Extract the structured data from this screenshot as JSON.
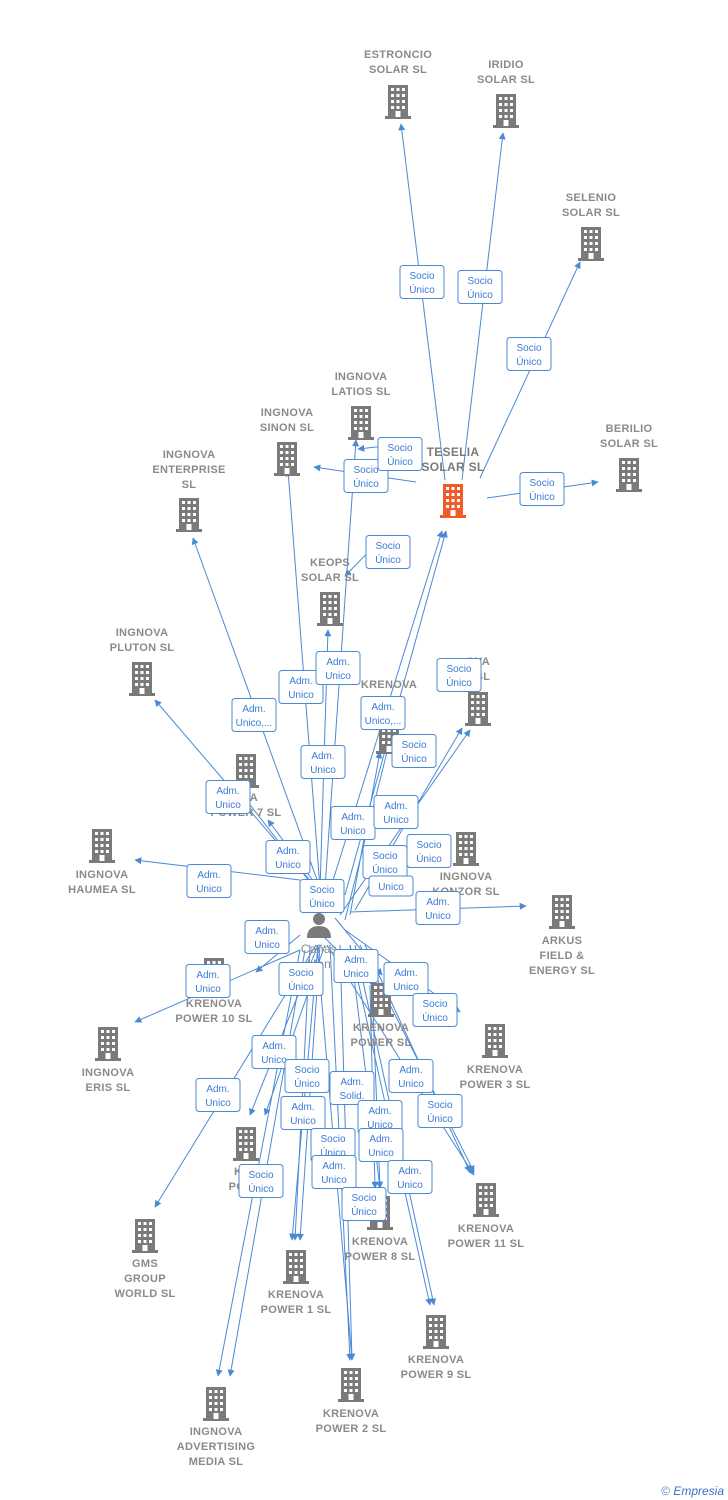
{
  "footer": {
    "copyright": "©",
    "brand": "Empresia"
  },
  "colors": {
    "edge": "#4a8ad4",
    "building": "#7a7a7a",
    "hub": "#f15a29",
    "person": "#7a7a7a"
  },
  "nodes": [
    {
      "id": "estroncio",
      "type": "company",
      "lines": [
        "ESTRONCIO",
        "SOLAR SL"
      ]
    },
    {
      "id": "iridio",
      "type": "company",
      "lines": [
        "IRIDIO",
        "SOLAR SL"
      ]
    },
    {
      "id": "selenio",
      "type": "company",
      "lines": [
        "SELENIO",
        "SOLAR SL"
      ]
    },
    {
      "id": "berilio",
      "type": "company",
      "lines": [
        "BERILIO",
        "SOLAR SL"
      ]
    },
    {
      "id": "teselia",
      "type": "hub",
      "lines": [
        "TESELIA",
        "SOLAR SL"
      ]
    },
    {
      "id": "latios",
      "type": "company",
      "lines": [
        "INGNOVA",
        "LATIOS SL"
      ]
    },
    {
      "id": "sinon",
      "type": "company",
      "lines": [
        "INGNOVA",
        "SINON SL"
      ]
    },
    {
      "id": "enterprise",
      "type": "company",
      "lines": [
        "INGNOVA",
        "ENTERPRISE",
        "SL"
      ]
    },
    {
      "id": "keops",
      "type": "company",
      "lines": [
        "KEOPS",
        "SOLAR SL"
      ]
    },
    {
      "id": "pluton",
      "type": "company",
      "lines": [
        "INGNOVA",
        "PLUTON SL"
      ]
    },
    {
      "id": "krenova_x",
      "type": "company",
      "lines": [
        "KRENOVA"
      ]
    },
    {
      "id": "ingnova6",
      "type": "company",
      "lines": [
        "OVA",
        "6 SL"
      ]
    },
    {
      "id": "power7",
      "type": "company",
      "lines": [
        "OVA",
        "POWER 7 SL"
      ]
    },
    {
      "id": "haumea",
      "type": "company",
      "lines": [
        "INGNOVA",
        "HAUMEA SL"
      ]
    },
    {
      "id": "konzor",
      "type": "company",
      "lines": [
        "INGNOVA",
        "KONZOR SL"
      ]
    },
    {
      "id": "arkus",
      "type": "company",
      "lines": [
        "ARKUS",
        "FIELD &",
        "ENERGY SL"
      ]
    },
    {
      "id": "person",
      "type": "person",
      "lines": [
        "Cañas",
        "Men",
        "e"
      ]
    },
    {
      "id": "power10",
      "type": "company",
      "lines": [
        "KRENOVA",
        "POWER 10 SL"
      ]
    },
    {
      "id": "krenova_power",
      "type": "company",
      "lines": [
        "KRENOVA",
        "POWER SL"
      ]
    },
    {
      "id": "eris",
      "type": "company",
      "lines": [
        "INGNOVA",
        "ERIS SL"
      ]
    },
    {
      "id": "power3",
      "type": "company",
      "lines": [
        "KRENOVA",
        "POWER 3 SL"
      ]
    },
    {
      "id": "krepow",
      "type": "company",
      "lines": [
        "KRE",
        "POWE"
      ]
    },
    {
      "id": "power11",
      "type": "company",
      "lines": [
        "KRENOVA",
        "POWER 11 SL"
      ]
    },
    {
      "id": "power8",
      "type": "company",
      "lines": [
        "KRENOVA",
        "POWER 8 SL"
      ]
    },
    {
      "id": "gms",
      "type": "company",
      "lines": [
        "GMS",
        "GROUP",
        "WORLD SL"
      ]
    },
    {
      "id": "power1",
      "type": "company",
      "lines": [
        "KRENOVA",
        "POWER 1 SL"
      ]
    },
    {
      "id": "power9",
      "type": "company",
      "lines": [
        "KRENOVA",
        "POWER 9 SL"
      ]
    },
    {
      "id": "power2",
      "type": "company",
      "lines": [
        "KRENOVA",
        "POWER 2 SL"
      ]
    },
    {
      "id": "advertising",
      "type": "company",
      "lines": [
        "INGNOVA",
        "ADVERTISING",
        "MEDIA SL"
      ]
    }
  ],
  "edge_labels": [
    [
      "Socio",
      "Único"
    ],
    [
      "Socio",
      "Único"
    ],
    [
      "Socio",
      "Único"
    ],
    [
      "Socio",
      "Único"
    ],
    [
      "Socio",
      "Único"
    ],
    [
      "Socio",
      "Único"
    ],
    [
      "Socio",
      "Único"
    ],
    [
      "Adm.",
      "Unico"
    ],
    [
      "Adm.",
      "Unico"
    ],
    [
      "Adm.",
      "Unico,..."
    ],
    [
      "Adm.",
      "Unico,..."
    ],
    [
      "Socio",
      "Único"
    ],
    [
      "Adm.",
      "Unico"
    ],
    [
      "Socio",
      "Único"
    ],
    [
      "Adm.",
      "Unico"
    ],
    [
      "Adm.",
      "Unico"
    ],
    [
      "Adm.",
      "Unico"
    ],
    [
      "Adm.",
      "Unico"
    ],
    [
      "Socio",
      "Único"
    ],
    [
      "Socio",
      "Único"
    ],
    [
      "Unico"
    ],
    [
      "Adm.",
      "Unico"
    ],
    [
      "Adm.",
      "Unico"
    ],
    [
      "Socio",
      "Único"
    ],
    [
      "Adm.",
      "Unico"
    ],
    [
      "Adm.",
      "Unico"
    ],
    [
      "Adm.",
      "Unico"
    ],
    [
      "Adm.",
      "Unico"
    ],
    [
      "Socio",
      "Único"
    ],
    [
      "Adm.",
      "Unico"
    ],
    [
      "Socio",
      "Único"
    ],
    [
      "Adm.",
      "Unico"
    ],
    [
      "Adm.",
      "Unico"
    ],
    [
      "Adm.",
      "Solid."
    ],
    [
      "Adm.",
      "Unico"
    ],
    [
      "Socio",
      "Único"
    ],
    [
      "Socio",
      "Único"
    ],
    [
      "Adm.",
      "Unico"
    ],
    [
      "Socio",
      "Único"
    ],
    [
      "Adm.",
      "Unico"
    ],
    [
      "Adm.",
      "Unico"
    ],
    [
      "Socio",
      "Único"
    ],
    [
      "Adm.",
      "Unico"
    ],
    [
      "Socio",
      "Único"
    ]
  ]
}
